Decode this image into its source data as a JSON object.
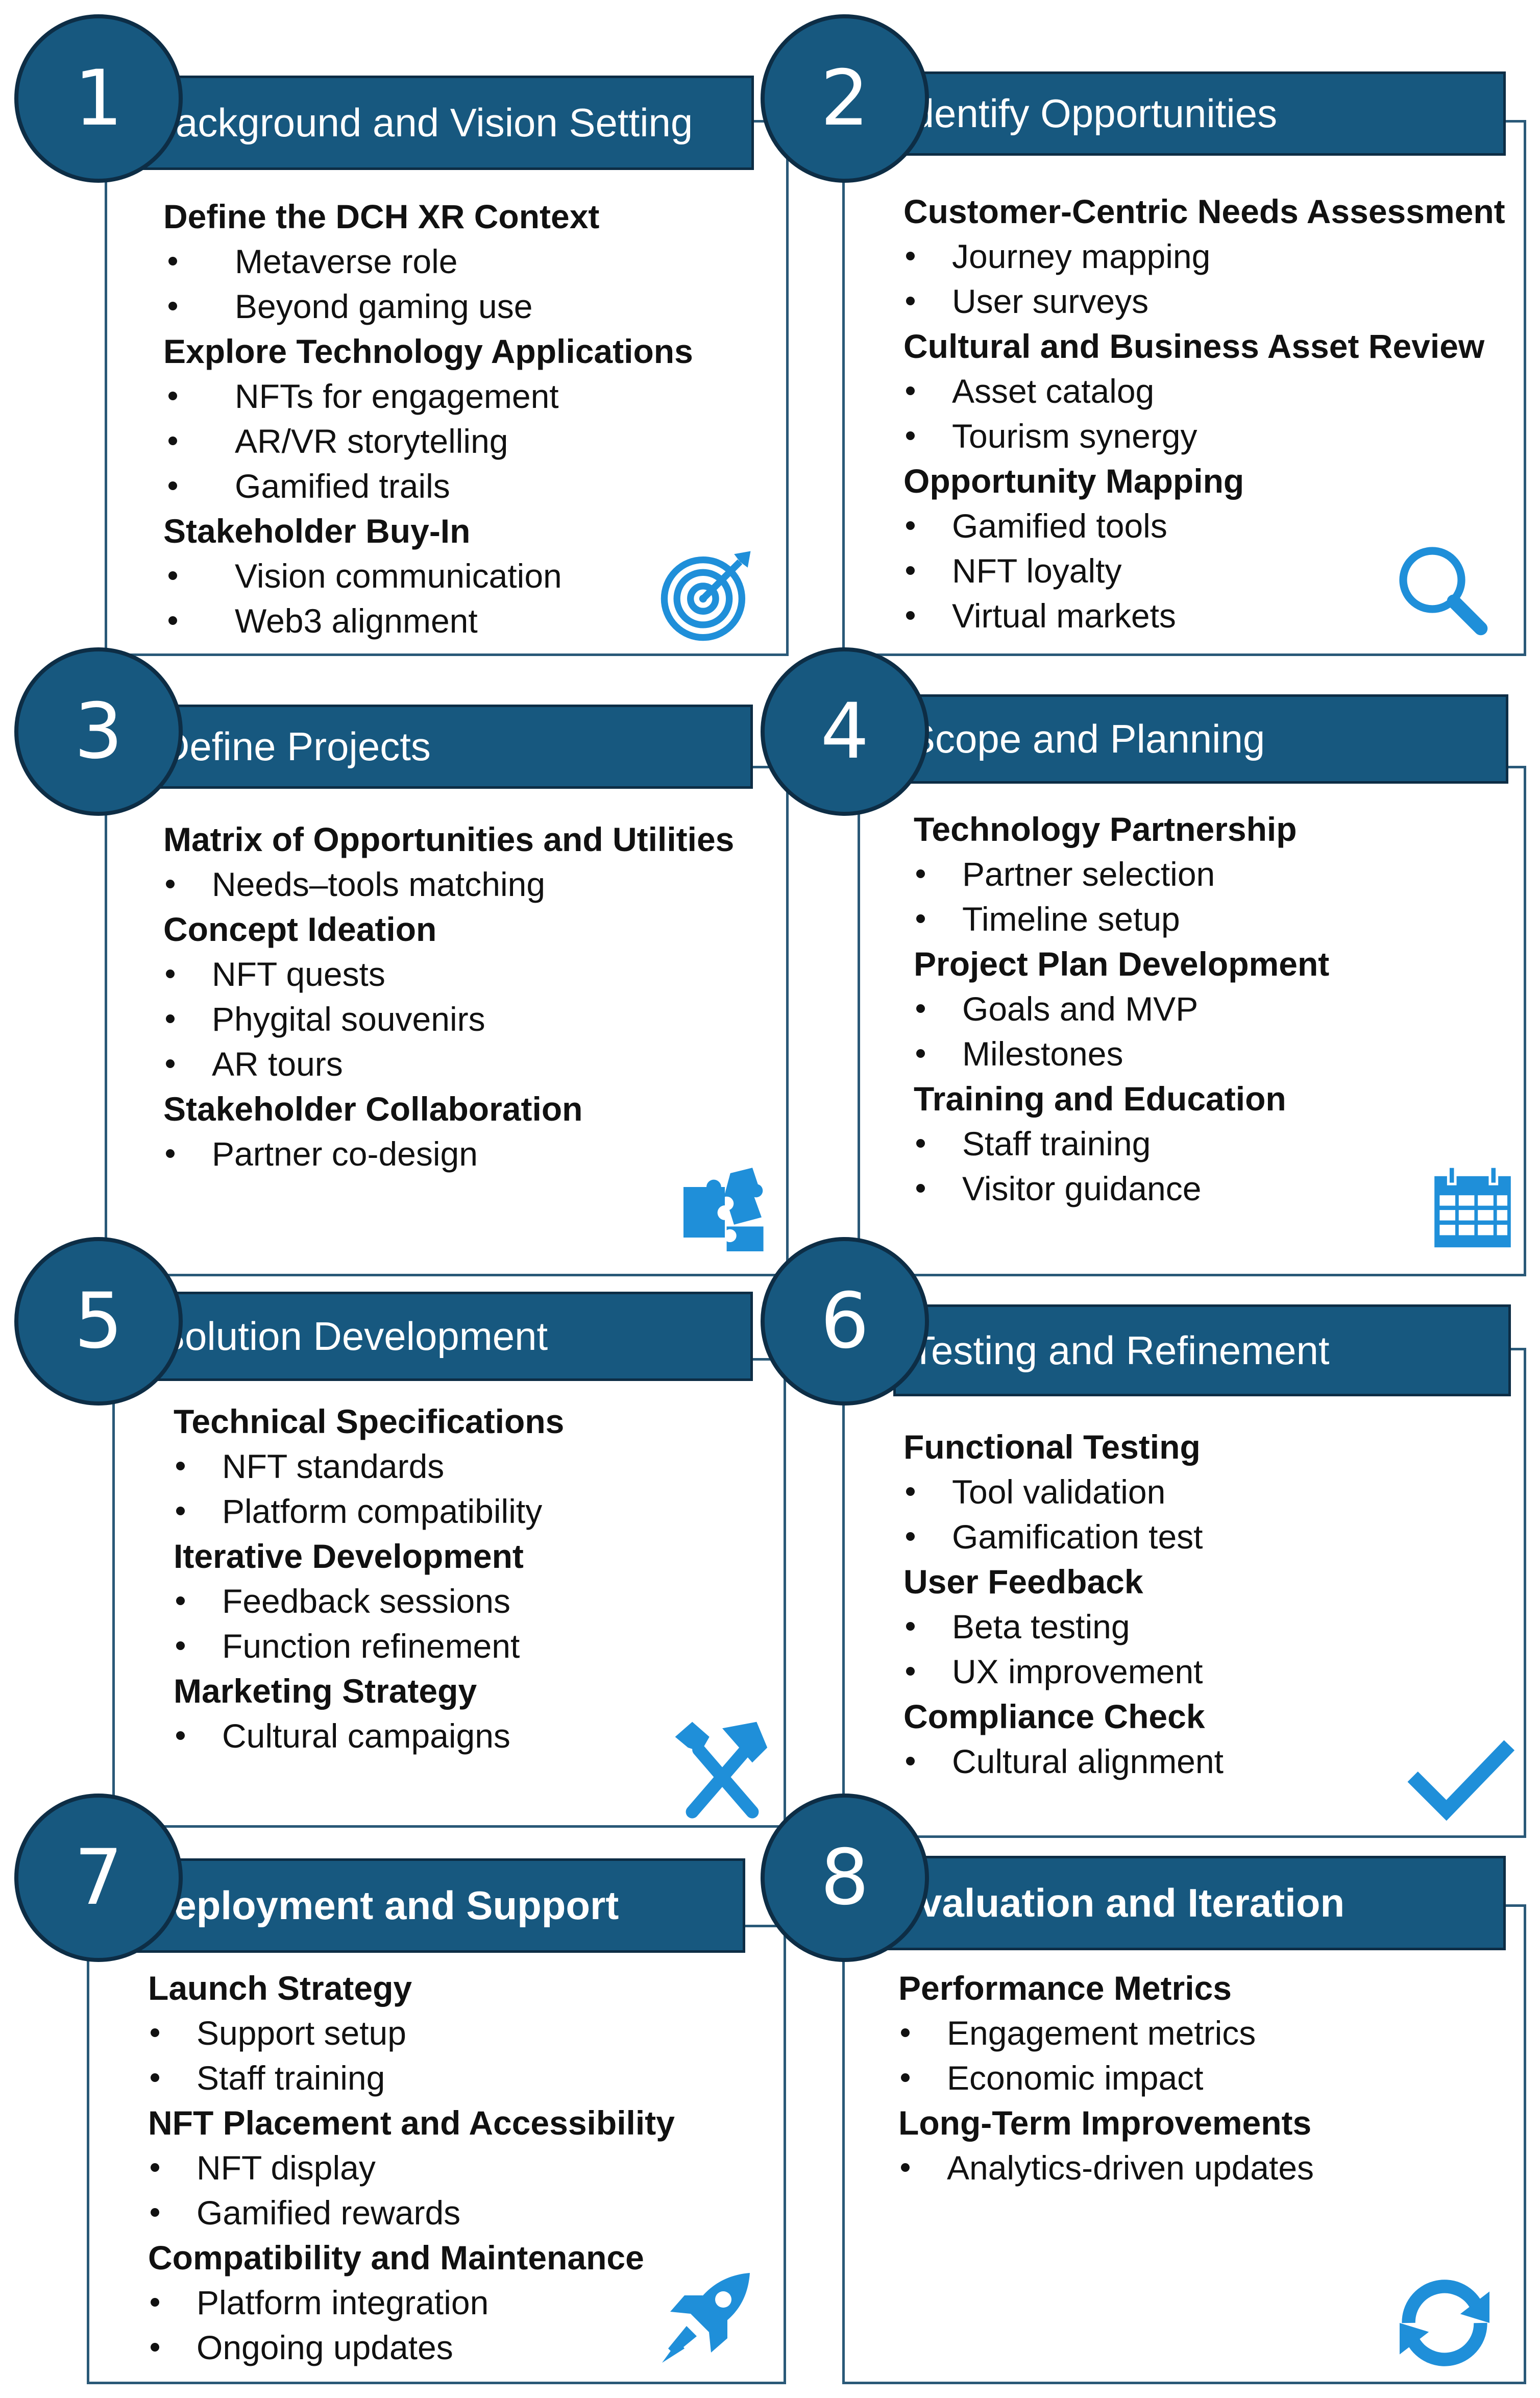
{
  "icon_color": "#1f8fd9",
  "steps": [
    {
      "number": "1",
      "title": "Background and Vision Setting",
      "icon": "target-icon",
      "sections": [
        {
          "heading": "Define the DCH XR Context",
          "items": [
            "Metaverse role",
            "Beyond gaming use"
          ]
        },
        {
          "heading": "Explore Technology Applications",
          "items": [
            "NFTs for engagement",
            "AR/VR storytelling",
            "Gamified trails"
          ]
        },
        {
          "heading": "Stakeholder Buy-In",
          "items": [
            "Vision communication",
            "Web3 alignment"
          ]
        }
      ]
    },
    {
      "number": "2",
      "title": "Identify Opportunities",
      "icon": "magnifier-icon",
      "sections": [
        {
          "heading": "Customer-Centric Needs Assessment",
          "items": [
            "Journey mapping",
            "User surveys"
          ]
        },
        {
          "heading": "Cultural and Business Asset Review",
          "items": [
            "Asset catalog",
            "Tourism synergy"
          ]
        },
        {
          "heading": "Opportunity Mapping",
          "items": [
            "Gamified tools",
            "NFT loyalty",
            "Virtual markets"
          ]
        }
      ]
    },
    {
      "number": "3",
      "title": "Define Projects",
      "icon": "puzzle-icon",
      "sections": [
        {
          "heading": "Matrix of Opportunities and Utilities",
          "items": [
            "Needs–tools matching"
          ]
        },
        {
          "heading": "Concept Ideation",
          "items": [
            "NFT quests",
            "Phygital souvenirs",
            "AR tours"
          ]
        },
        {
          "heading": "Stakeholder Collaboration",
          "items": [
            "Partner co-design"
          ]
        }
      ]
    },
    {
      "number": "4",
      "title": "Scope and Planning",
      "icon": "calendar-icon",
      "sections": [
        {
          "heading": "Technology Partnership",
          "items": [
            "Partner selection",
            "Timeline setup"
          ]
        },
        {
          "heading": "Project Plan Development",
          "items": [
            "Goals and MVP",
            "Milestones"
          ]
        },
        {
          "heading": "Training and Education",
          "items": [
            "Staff training",
            "Visitor guidance"
          ]
        }
      ]
    },
    {
      "number": "5",
      "title": "Solution Development",
      "icon": "tools-icon",
      "sections": [
        {
          "heading": "Technical Specifications",
          "items": [
            "NFT standards",
            "Platform compatibility"
          ]
        },
        {
          "heading": "Iterative Development",
          "items": [
            "Feedback sessions",
            "Function refinement"
          ]
        },
        {
          "heading": "Marketing Strategy",
          "items": [
            "Cultural campaigns"
          ]
        }
      ]
    },
    {
      "number": "6",
      "title": "Testing and Refinement",
      "icon": "checkmark-icon",
      "sections": [
        {
          "heading": "Functional Testing",
          "items": [
            "Tool validation",
            "Gamification test"
          ]
        },
        {
          "heading": "User Feedback",
          "items": [
            "Beta testing",
            "UX improvement"
          ]
        },
        {
          "heading": "Compliance Check",
          "items": [
            "Cultural alignment"
          ]
        }
      ]
    },
    {
      "number": "7",
      "title": "Deployment and Support",
      "icon": "rocket-icon",
      "sections": [
        {
          "heading": "Launch Strategy",
          "items": [
            "Support setup",
            "Staff training"
          ]
        },
        {
          "heading": "NFT Placement and Accessibility",
          "items": [
            "NFT display",
            "Gamified rewards"
          ]
        },
        {
          "heading": "Compatibility and Maintenance",
          "items": [
            "Platform integration",
            "Ongoing updates"
          ]
        }
      ]
    },
    {
      "number": "8",
      "title": "Evaluation and Iteration",
      "icon": "refresh-icon",
      "sections": [
        {
          "heading": "Performance Metrics",
          "items": [
            "Engagement metrics",
            "Economic impact"
          ]
        },
        {
          "heading": "Long-Term Improvements",
          "items": [
            "Analytics-driven updates"
          ]
        }
      ]
    }
  ]
}
